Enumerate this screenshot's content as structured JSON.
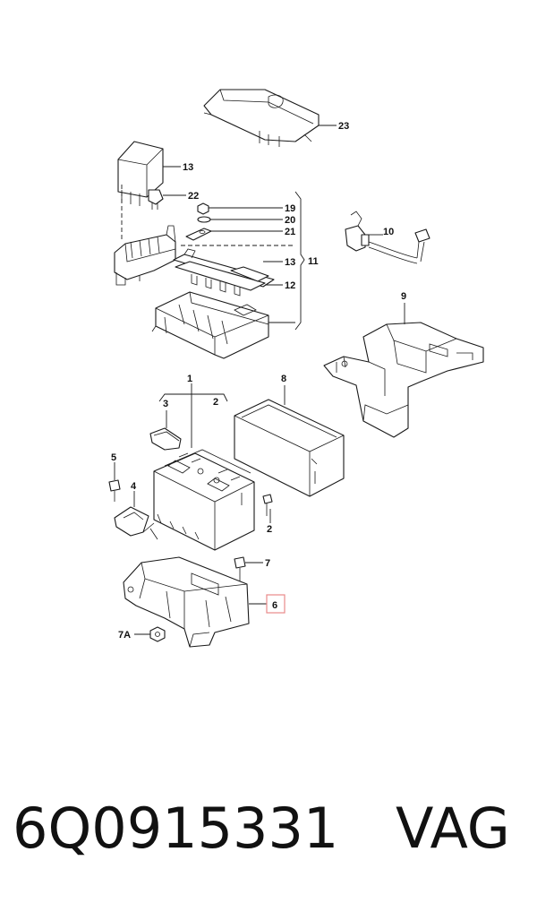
{
  "callouts": {
    "c23": "23",
    "c13a": "13",
    "c22": "22",
    "c19": "19",
    "c20": "20",
    "c21": "21",
    "c10": "10",
    "c13b": "13",
    "c11": "11",
    "c12": "12",
    "c9": "9",
    "c1": "1",
    "c3": "3",
    "c2a": "2",
    "c8": "8",
    "c5": "5",
    "c4": "4",
    "c2b": "2",
    "c7": "7",
    "c6": "6",
    "c7a": "7A"
  },
  "highlight_color": "#e88a8a",
  "footer": {
    "part_number": "6Q0915331",
    "brand": "VAG"
  }
}
